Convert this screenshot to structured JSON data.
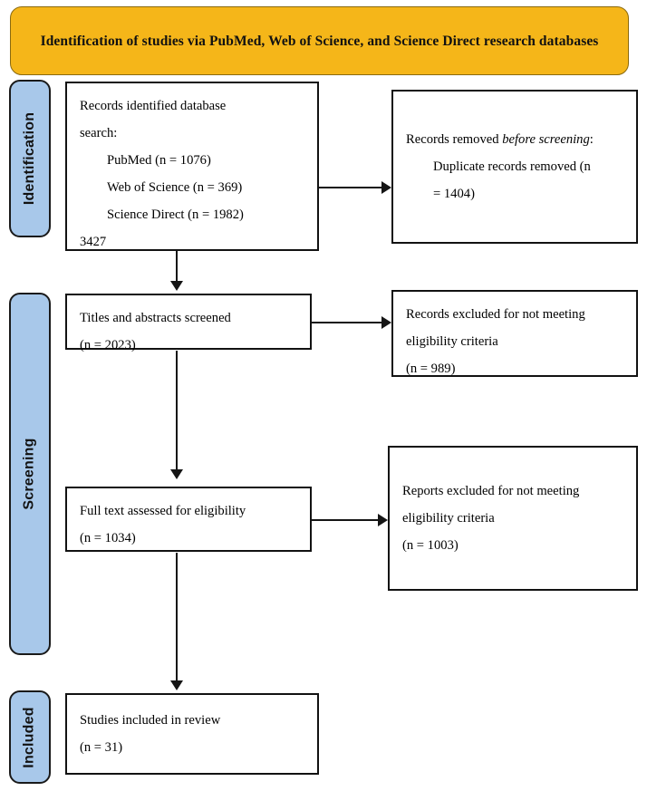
{
  "header": {
    "title": "Identification of studies via PubMed, Web of Science, and Science Direct research databases",
    "background_color": "#F5B619"
  },
  "colors": {
    "header_fill": "#F5B619",
    "stage_bar_fill": "#A8C8EA",
    "box_border": "#121212",
    "connector": "#151515"
  },
  "stages": [
    {
      "id": "identification",
      "label": "Identification"
    },
    {
      "id": "screening",
      "label": "Screening"
    },
    {
      "id": "included",
      "label": "Included"
    }
  ],
  "boxes": {
    "records_identified": {
      "heading_line1": "Records    identified    database",
      "heading_line2": "search:",
      "sources": [
        "PubMed (n = 1076)",
        "Web of Science (n = 369)",
        "Science Direct (n = 1982)"
      ],
      "total": "3427"
    },
    "records_removed": {
      "line1_prefix": "Records removed ",
      "line1_italic": "before screening",
      "line1_suffix": ":",
      "line2": "Duplicate records removed (n",
      "line3": "= 1404)"
    },
    "titles_screened": {
      "line1": "Titles and abstracts screened",
      "line2": "(n = 2023)"
    },
    "records_excluded": {
      "line1": "Records excluded for not meeting",
      "line2": "eligibility criteria",
      "line3": "(n = 989)"
    },
    "fulltext_assessed": {
      "line1": "Full text assessed for eligibility",
      "line2": "(n = 1034)"
    },
    "reports_excluded": {
      "line1": "Reports excluded for not meeting",
      "line2": "eligibility criteria",
      "line3": "(n = 1003)"
    },
    "studies_included": {
      "line1": "Studies included in review",
      "line2": "(n = 31)"
    }
  }
}
